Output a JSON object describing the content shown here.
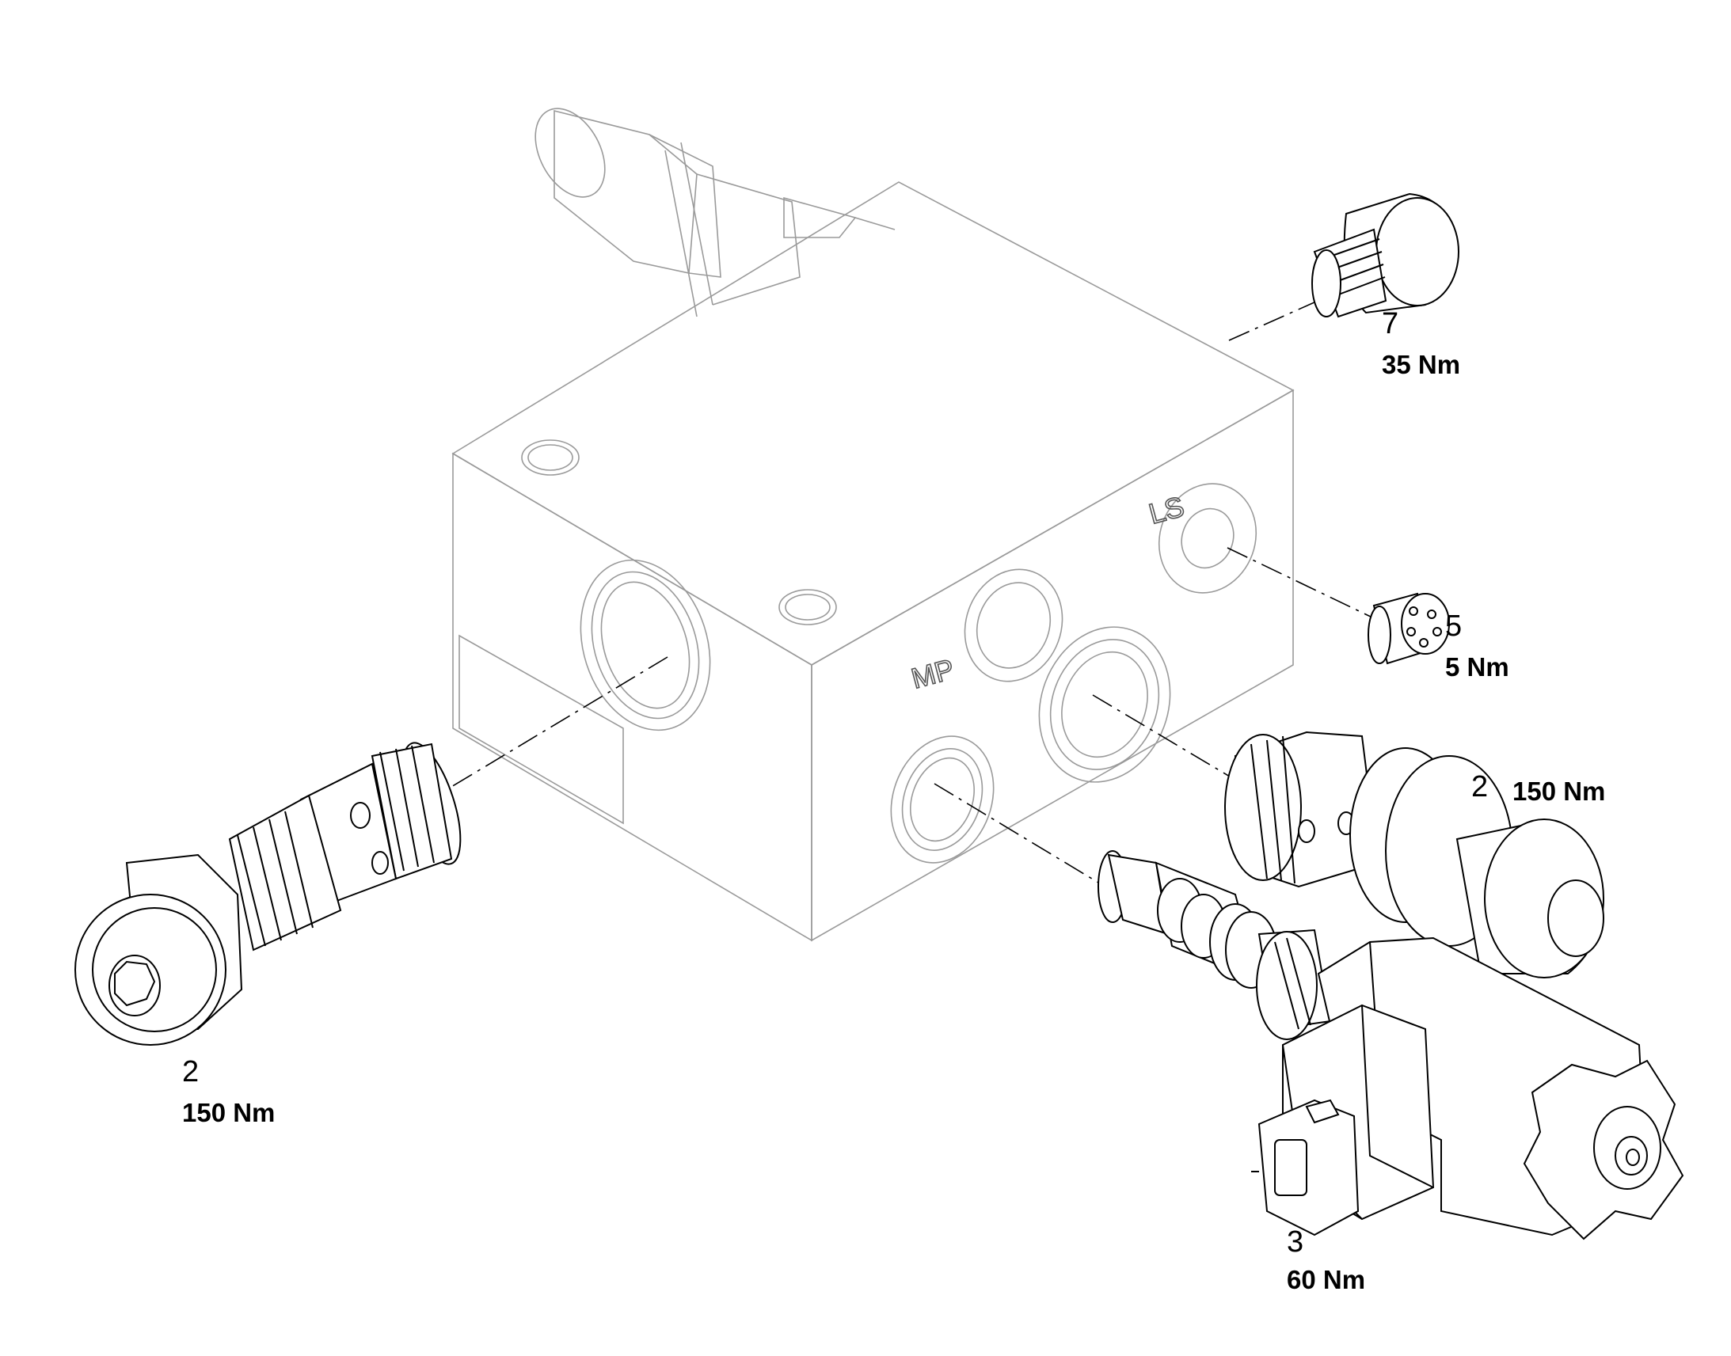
{
  "callouts": [
    {
      "id": "item-7",
      "number": "7",
      "torque": "35 Nm"
    },
    {
      "id": "item-5",
      "number": "5",
      "torque": "5 Nm"
    },
    {
      "id": "item-2-right",
      "number": "2",
      "torque": "150 Nm"
    },
    {
      "id": "item-2-left",
      "number": "2",
      "torque": "150 Nm"
    },
    {
      "id": "item-3",
      "number": "3",
      "torque": "60 Nm"
    }
  ],
  "port_labels": {
    "ls": "LS",
    "mp": "MP"
  },
  "colors": {
    "line": "#000000",
    "ghost": "#9a9a9a",
    "background": "#ffffff"
  }
}
